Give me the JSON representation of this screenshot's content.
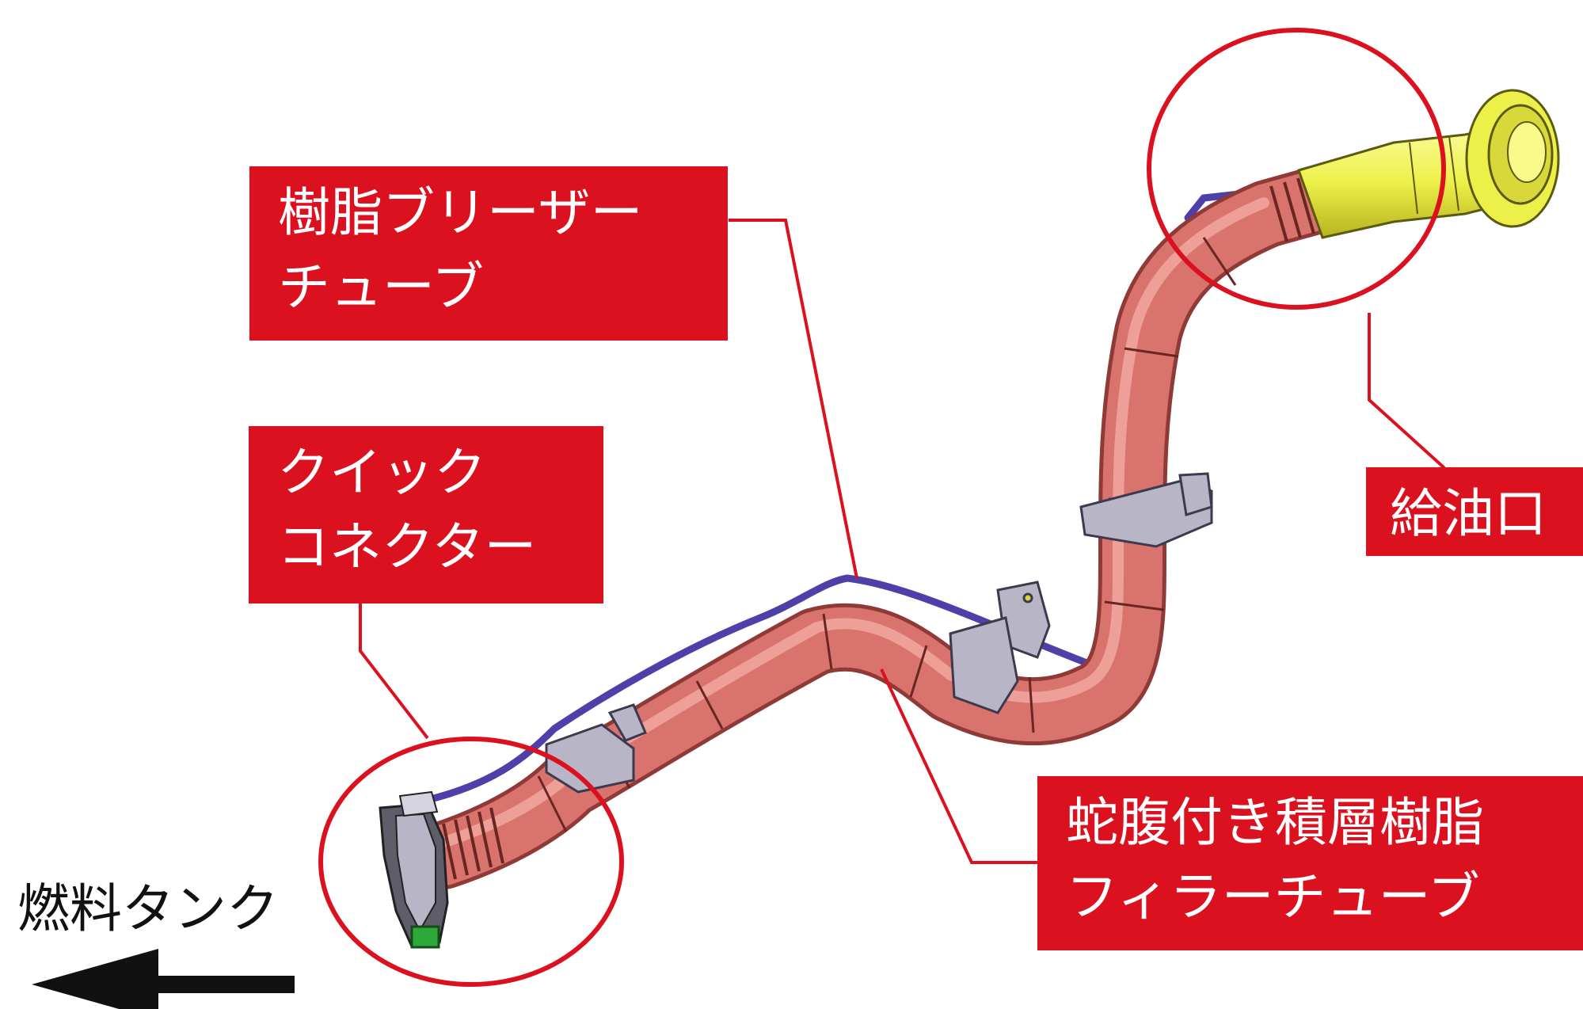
{
  "labels": {
    "breather_tube": {
      "line1": "樹脂ブリーザー",
      "line2": "チューブ"
    },
    "quick_connector": {
      "line1": "クイック",
      "line2": "コネクター"
    },
    "filler_neck": {
      "text": "給油口"
    },
    "filler_tube": {
      "line1": "蛇腹付き積層樹脂",
      "line2": "フィラーチューブ"
    },
    "fuel_tank": {
      "text": "燃料タンク"
    }
  },
  "colors": {
    "callout_red": "#dc111f",
    "tube_pink": "#d9736e",
    "breather_purple": "#4f3fa8",
    "cap_yellow": "#eef04a",
    "connector_green": "#2fa83a",
    "bracket_gray": "#b8b5c7",
    "arrow_black": "#111111"
  }
}
